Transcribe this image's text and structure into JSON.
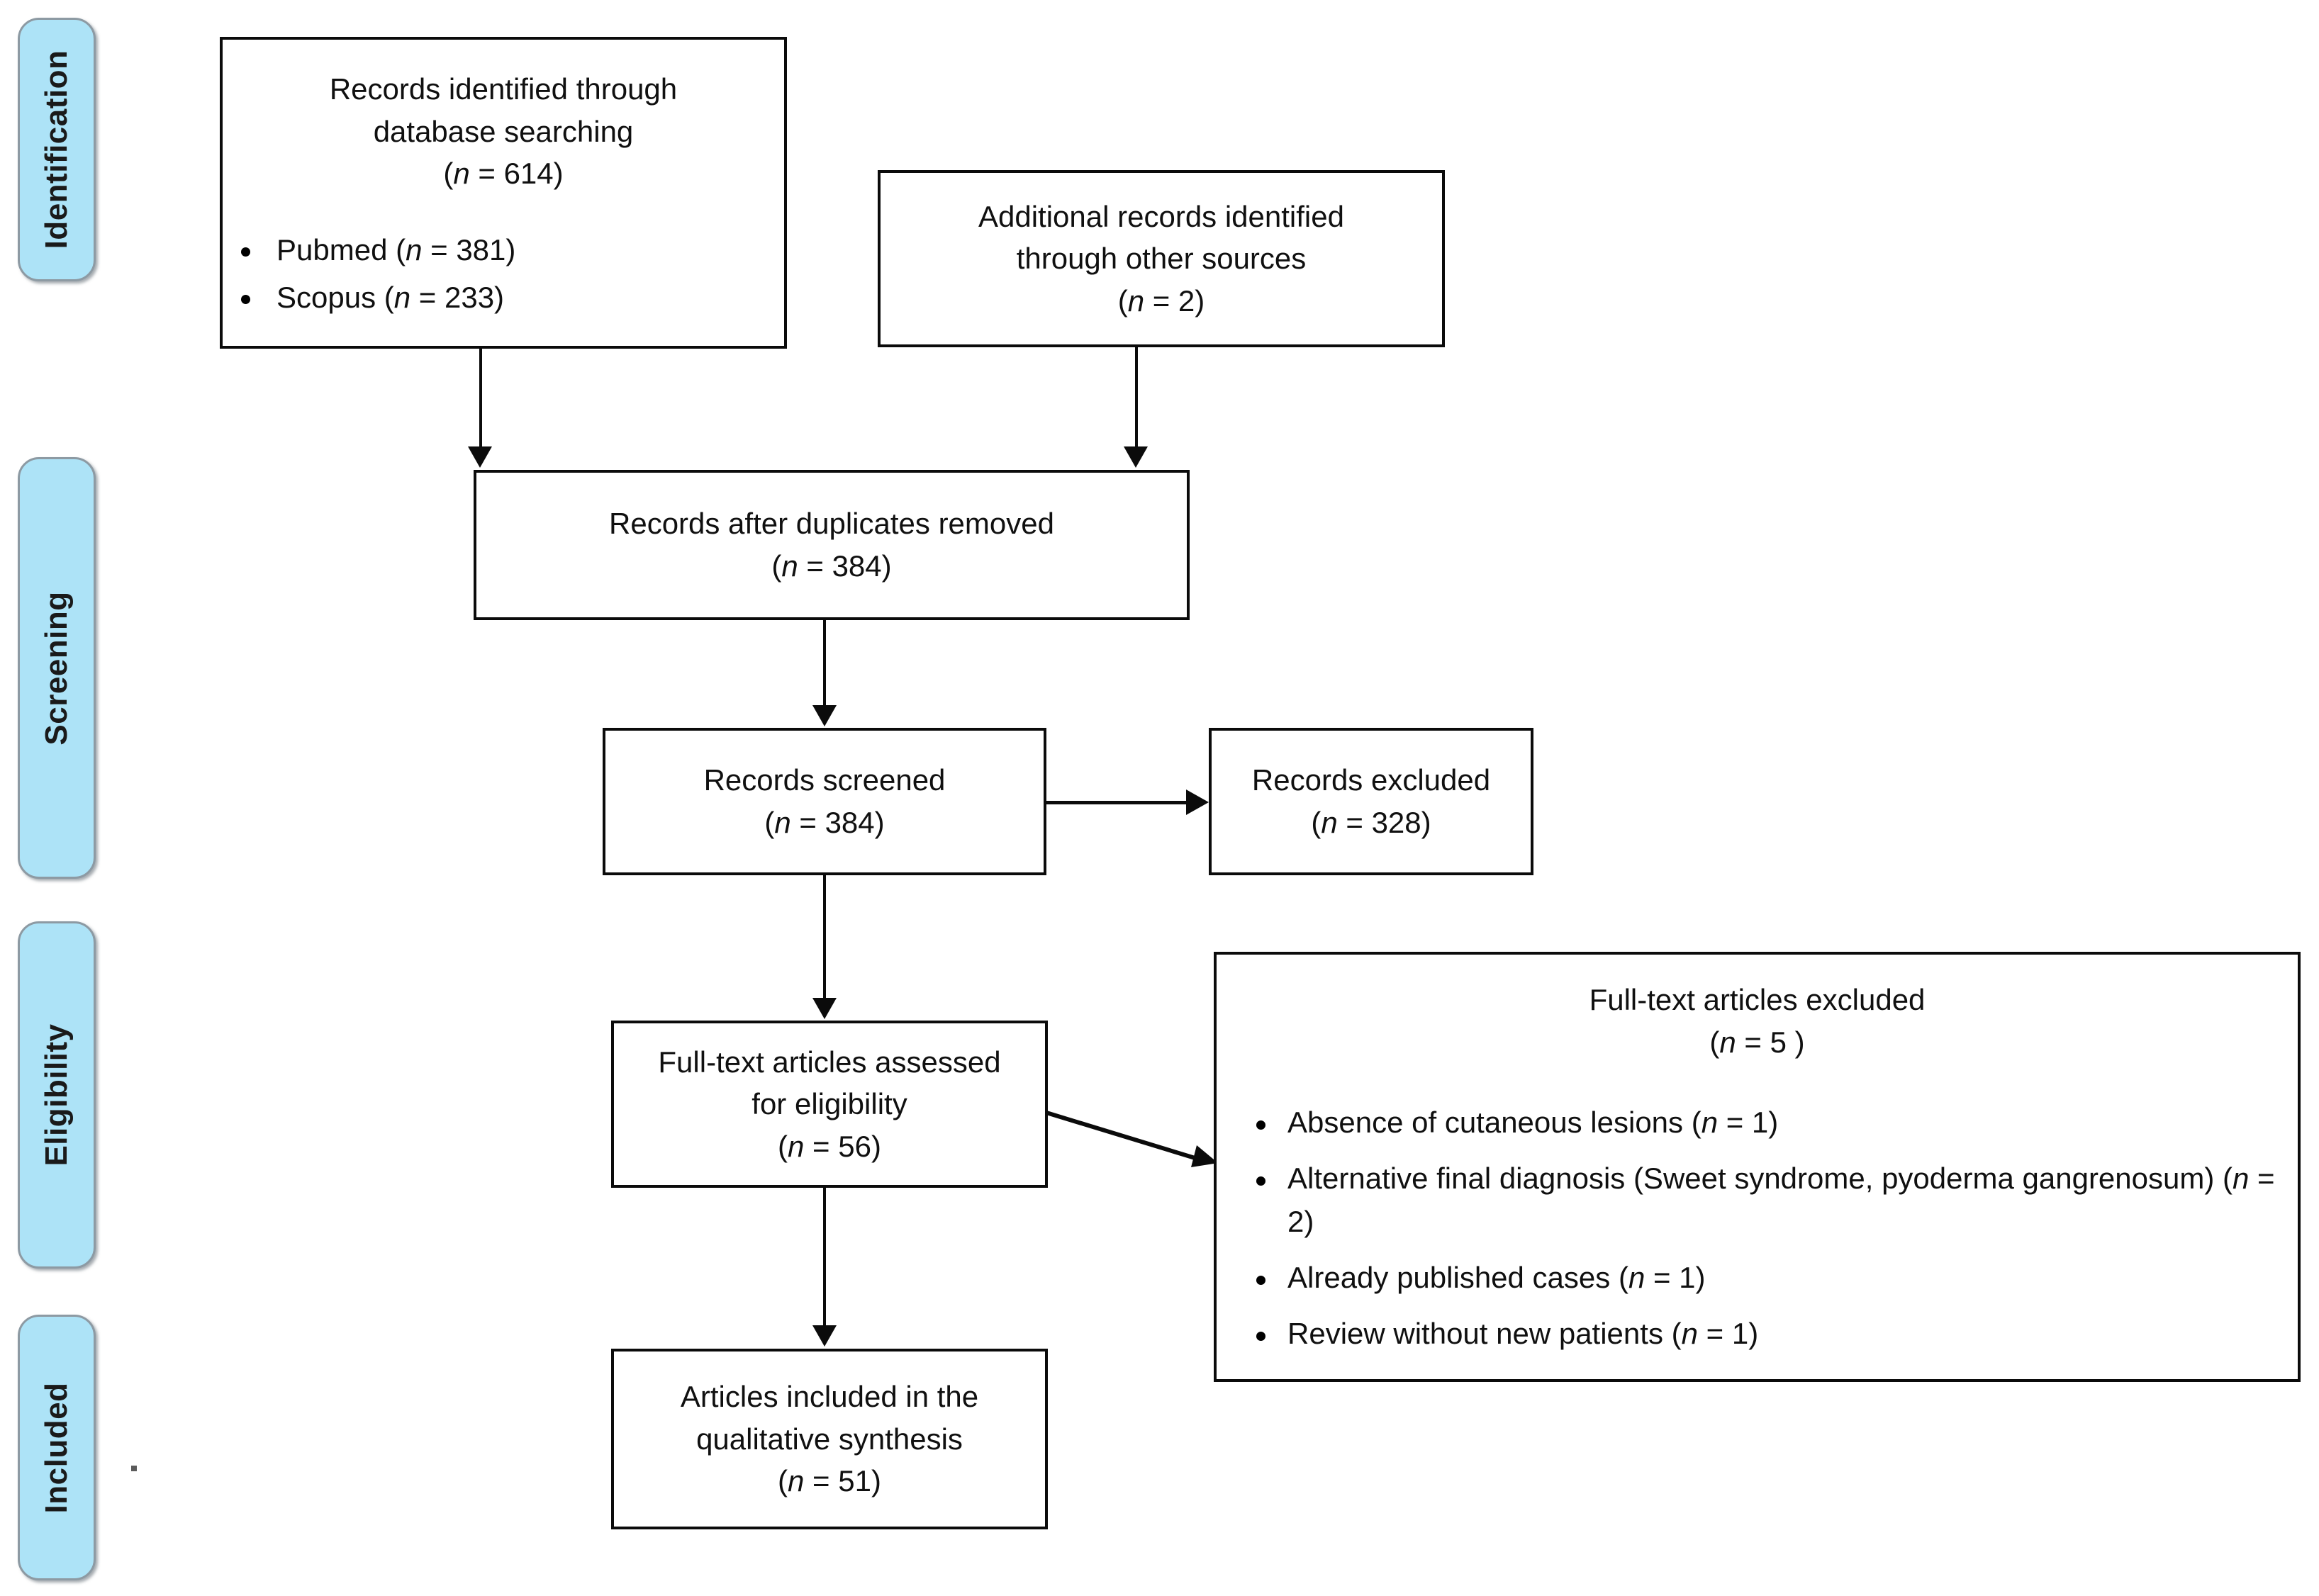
{
  "diagram": {
    "type": "prisma-flow-diagram",
    "stages": [
      {
        "id": "identification",
        "label": "Identification"
      },
      {
        "id": "screening",
        "label": "Screening"
      },
      {
        "id": "eligibility",
        "label": "Eligibility"
      },
      {
        "id": "included",
        "label": "Included"
      }
    ],
    "colors": {
      "stage_pill_fill": "#ADE3F7",
      "stage_pill_border": "#8D9AA3",
      "box_border": "#0B0B0B",
      "box_fill": "#FFFFFF",
      "text": "#101010"
    },
    "boxes": {
      "database_search": {
        "line1": "Records identified through",
        "line2": "database searching",
        "line3_prefix": "(",
        "line3_n": "n",
        "line3_suffix": " = 614)",
        "bullets": [
          {
            "text_before": "Pubmed (",
            "n": "n",
            "text_after": " = 381)"
          },
          {
            "text_before": "Scopus (",
            "n": "n",
            "text_after": " = 233)"
          }
        ]
      },
      "other_sources": {
        "line1": "Additional records identified",
        "line2": "through other sources",
        "line3_prefix": "(",
        "line3_n": "n",
        "line3_suffix": " =  2)"
      },
      "duplicates_removed": {
        "line1": "Records after duplicates removed",
        "line2_prefix": "(",
        "line2_n": "n",
        "line2_suffix": " = 384)"
      },
      "records_screened": {
        "line1": "Records screened",
        "line2_prefix": "(",
        "line2_n": "n",
        "line2_suffix": " = 384)"
      },
      "records_excluded": {
        "line1": "Records excluded",
        "line2_prefix": "(",
        "line2_n": "n",
        "line2_suffix": " = 328)"
      },
      "fulltext_assessed": {
        "line1": "Full-text articles assessed",
        "line2": "for eligibility",
        "line3_prefix": "(",
        "line3_n": "n",
        "line3_suffix": " = 56)"
      },
      "fulltext_excluded": {
        "line1": "Full-text articles excluded",
        "line2_prefix": "(",
        "line2_n": "n",
        "line2_suffix": " = 5 )",
        "bullets": [
          {
            "text_before": "Absence of cutaneous lesions (",
            "n": "n",
            "text_after": " = 1)"
          },
          {
            "text_before": "Alternative final diagnosis (Sweet syndrome, pyoderma gangrenosum) (",
            "n": "n",
            "text_after": " = 2)"
          },
          {
            "text_before": "Already published cases (",
            "n": "n",
            "text_after": " = 1)"
          },
          {
            "text_before": "Review without new patients (",
            "n": "n",
            "text_after": " = 1)"
          }
        ]
      },
      "articles_included": {
        "line1": "Articles included in  the",
        "line2": "qualitative synthesis",
        "line3_prefix": "(",
        "line3_n": "n",
        "line3_suffix": " =  51)"
      }
    },
    "counts": {
      "database_searching": 614,
      "pubmed": 381,
      "scopus": 233,
      "other_sources": 2,
      "after_duplicates": 384,
      "screened": 384,
      "excluded_at_screening": 328,
      "fulltext_assessed": 56,
      "fulltext_excluded": 5,
      "excluded_absence_of_cutaneous_lesions": 1,
      "excluded_alternative_diagnosis": 2,
      "excluded_already_published": 1,
      "excluded_review_without_new_patients": 1,
      "included_qualitative_synthesis": 51
    }
  }
}
